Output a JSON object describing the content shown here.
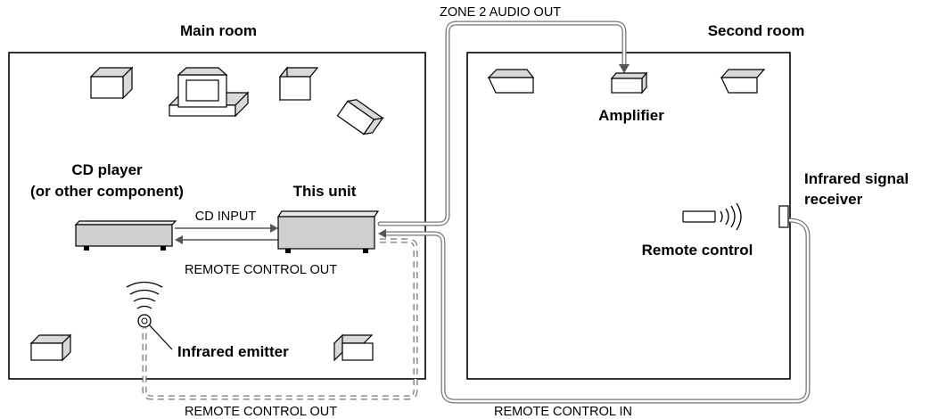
{
  "labels": {
    "main_room": "Main room",
    "second_room": "Second room",
    "zone2_audio_out": "ZONE 2 AUDIO OUT",
    "amplifier": "Amplifier",
    "cd_player_line1": "CD player",
    "cd_player_line2": "(or other component)",
    "this_unit": "This unit",
    "cd_input": "CD INPUT",
    "remote_control_out_mid": "REMOTE CONTROL OUT",
    "remote_control_out_bottom": "REMOTE CONTROL OUT",
    "remote_control_in": "REMOTE CONTROL IN",
    "infrared_emitter": "Infrared emitter",
    "remote_control": "Remote control",
    "ir_receiver_line1": "Infrared signal",
    "ir_receiver_line2": "receiver"
  }
}
